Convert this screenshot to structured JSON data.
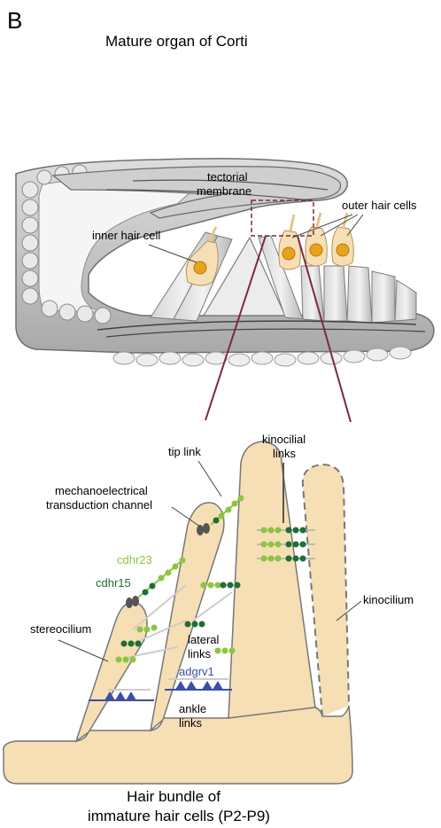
{
  "panel_letter": "B",
  "top": {
    "title": "Mature organ of Corti",
    "labels": {
      "tectorial_line1": "tectorial",
      "tectorial_line2": "membrane",
      "outer_hair_cells": "outer hair cells",
      "inner_hair_cell": "inner hair cell"
    }
  },
  "bottom": {
    "labels": {
      "tip_link": "tip link",
      "kinocilial_line1": "kinocilial",
      "kinocilial_line2": "links",
      "met_line1": "mechanoelectrical",
      "met_line2": "transduction channel",
      "cdhr23": "cdhr23",
      "cdhr15": "cdhr15",
      "kinocilium": "kinocilium",
      "stereocilium": "stereocilium",
      "lateral_line1": "lateral",
      "lateral_line2": "links",
      "adgrv1": "adgrv1",
      "ankle_line1": "ankle",
      "ankle_line2": "links"
    },
    "caption_line1": "Hair bundle of",
    "caption_line2": "immature hair cells (P2-P9)"
  },
  "colors": {
    "cdhr23": "#8cc63f",
    "cdhr15": "#1e6e35",
    "adgrv1": "#3b4fa8",
    "cell_fill": "#f6dfb4",
    "nucleus": "#e9a21b",
    "tissue_gray": "#c9c9c9",
    "zoom_line": "#7a2a3a"
  }
}
